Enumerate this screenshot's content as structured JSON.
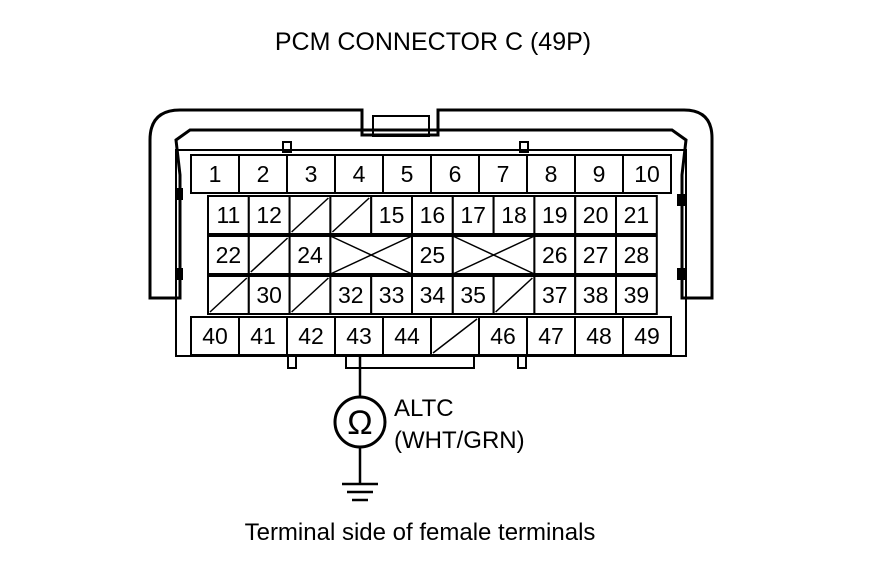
{
  "title": "PCM CONNECTOR C (49P)",
  "caption": "Terminal side of female terminals",
  "probe": {
    "symbol": "Ω",
    "signal": "ALTC",
    "wire": "(WHT/GRN)",
    "pin": "43"
  },
  "rows": [
    [
      "1",
      "2",
      "3",
      "4",
      "5",
      "6",
      "7",
      "8",
      "9",
      "10"
    ],
    [
      "11",
      "12",
      "",
      "",
      "15",
      "16",
      "17",
      "18",
      "19",
      "20",
      "21"
    ],
    [
      "22",
      "",
      "24",
      "",
      "",
      "25",
      "",
      "",
      "26",
      "27",
      "28"
    ],
    [
      "",
      "30",
      "",
      "32",
      "33",
      "34",
      "35",
      "",
      "37",
      "38",
      "39"
    ],
    [
      "40",
      "41",
      "42",
      "43",
      "44",
      "",
      "46",
      "47",
      "48",
      "49"
    ]
  ],
  "colors": {
    "line": "#000000",
    "background": "#ffffff"
  }
}
